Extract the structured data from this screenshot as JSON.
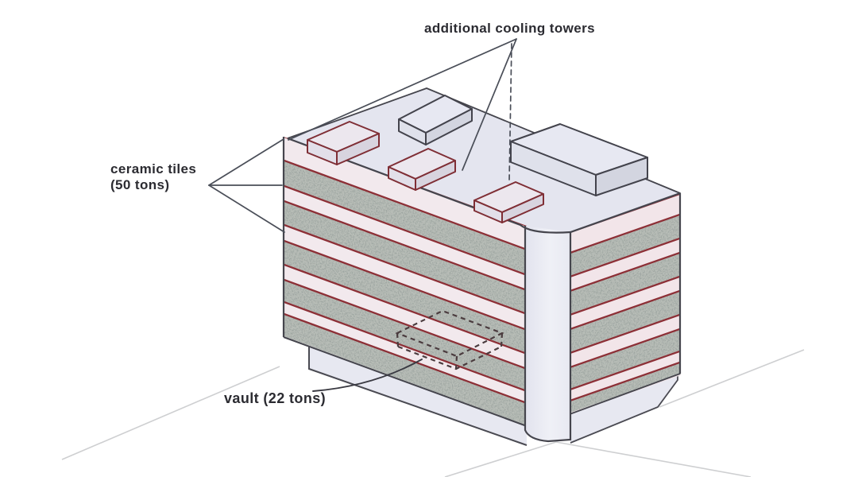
{
  "diagram": {
    "labels": {
      "additional_cooling_towers": "additional cooling towers",
      "ceramic_tiles": "ceramic tiles\n(50 tons)",
      "vault": "vault (22 tons)"
    },
    "colors": {
      "background": "#ffffff",
      "tile_outline_red": "#8d2f36",
      "tile_fill_light": "#f2e9ed",
      "aggregate_gray": "#b9beb8",
      "aggregate_speckle": "#525c56",
      "surface_lavender": "#e4e5ef",
      "sketch_line_dark": "#45454d",
      "label_text": "#2b2b31"
    }
  }
}
